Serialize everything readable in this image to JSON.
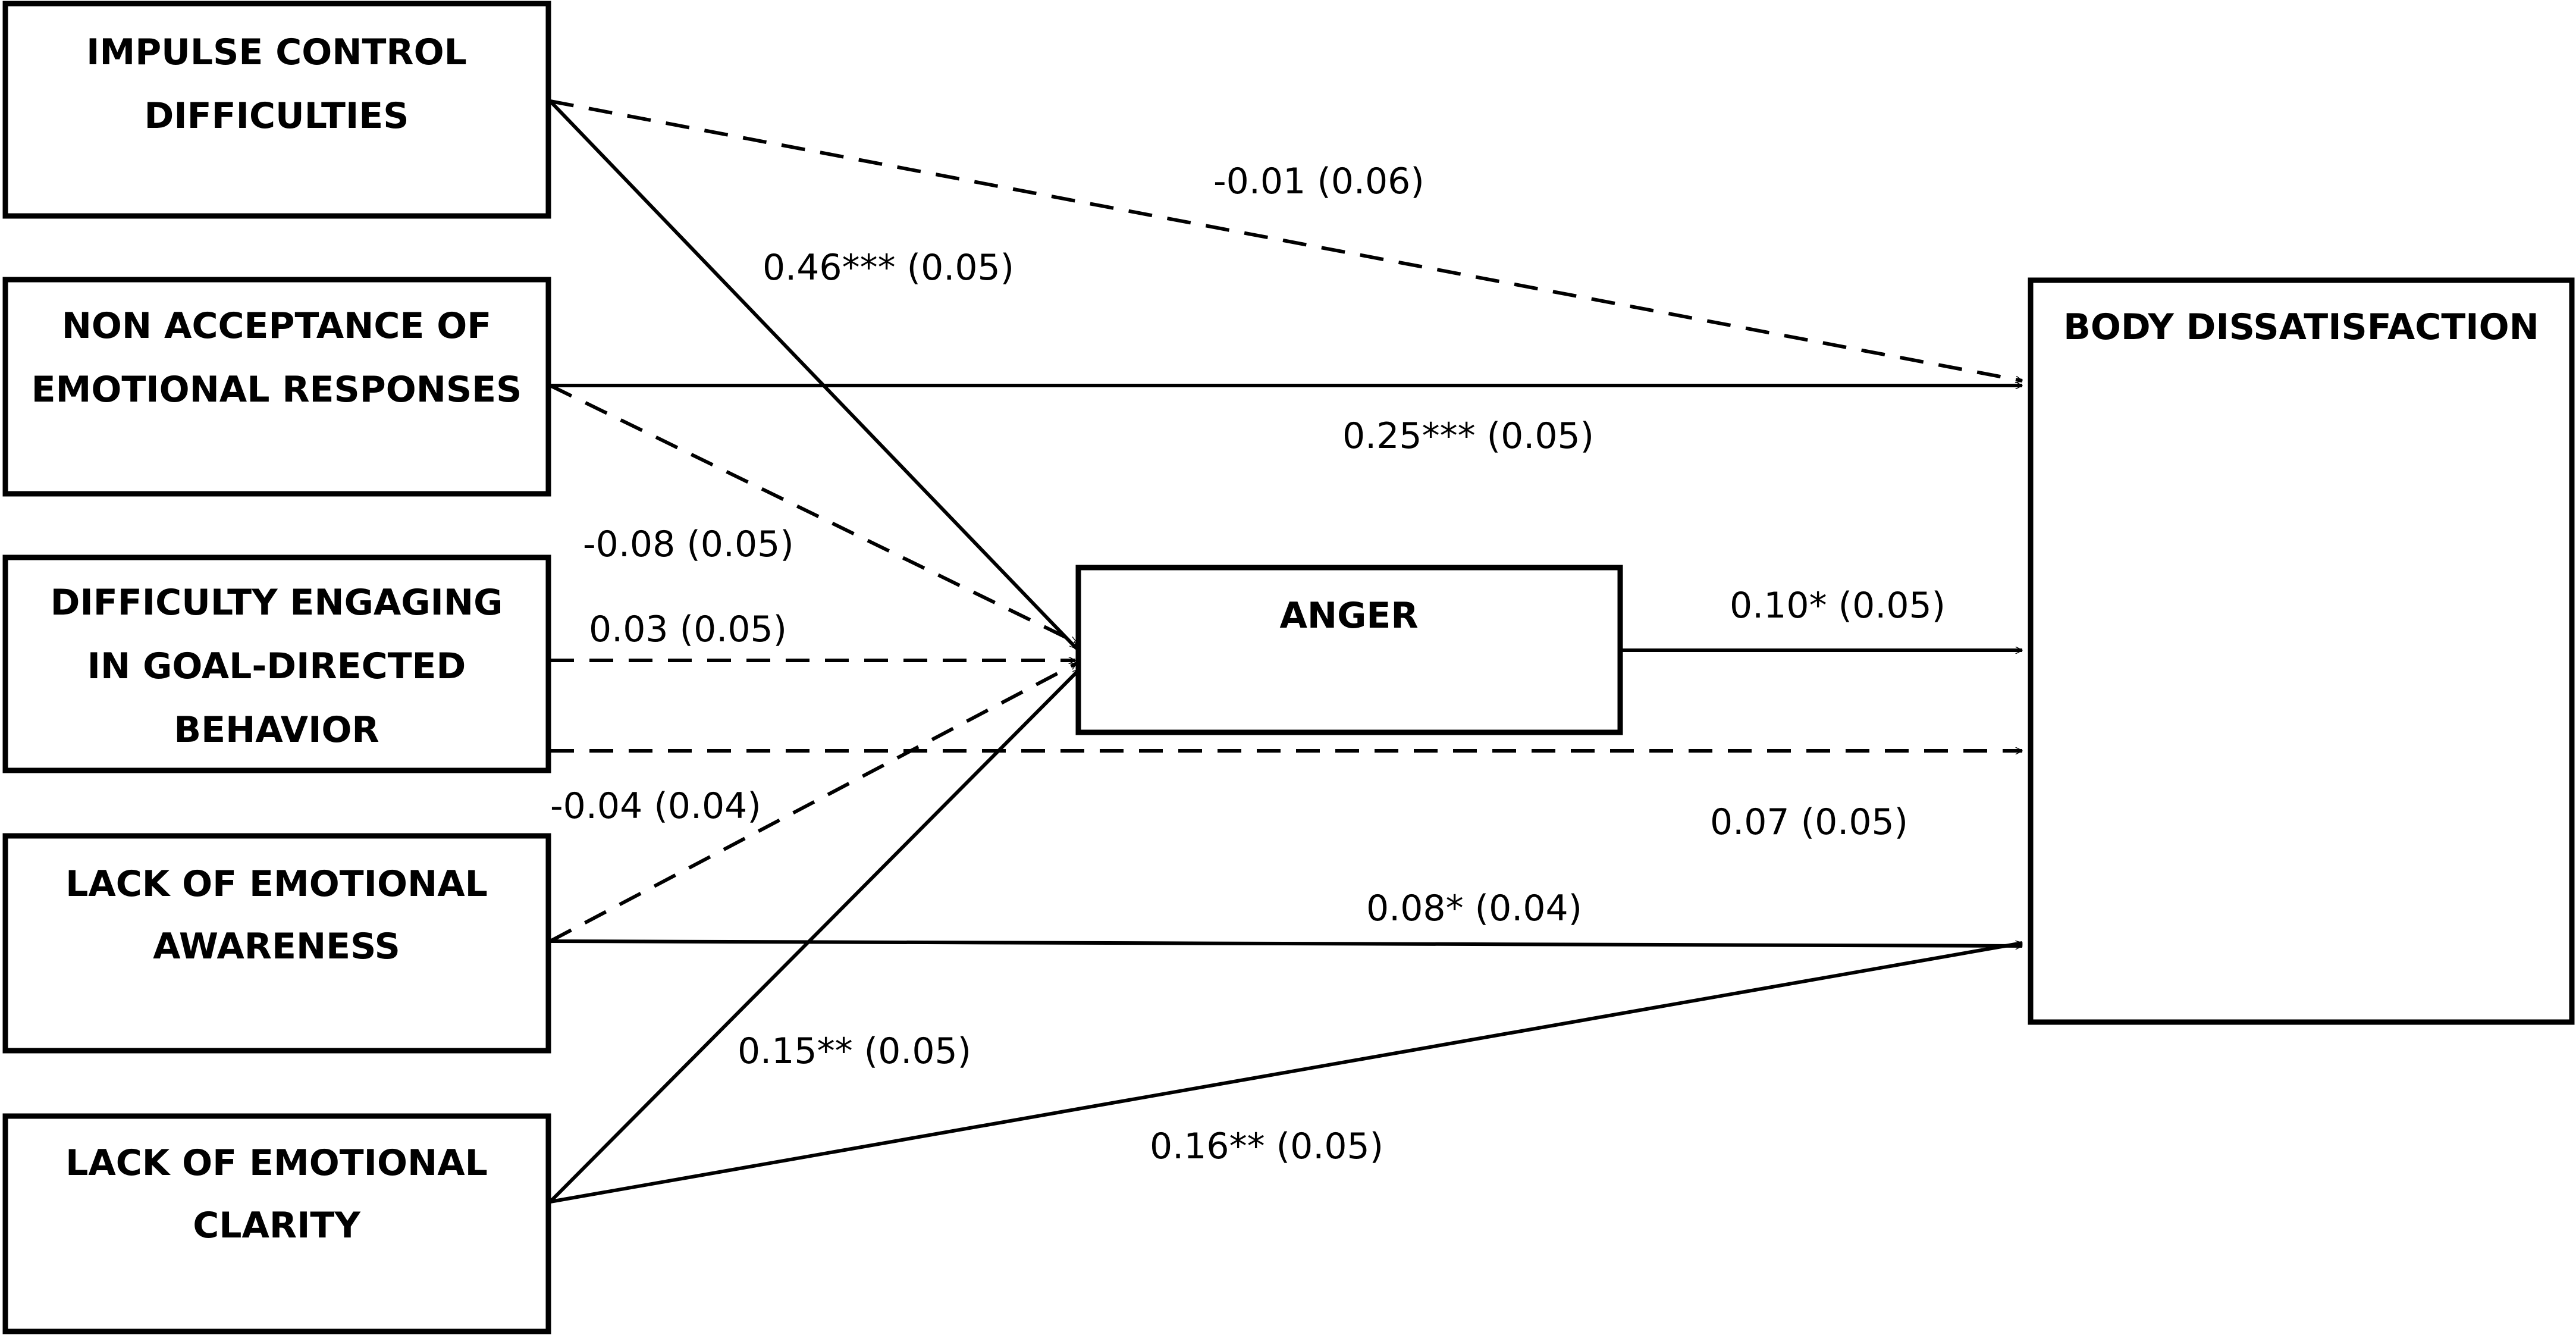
{
  "nodes": {
    "impulse": {
      "lines": [
        "IMPULSE CONTROL",
        "DIFFICULTIES"
      ]
    },
    "nonaccept": {
      "lines": [
        "NON ACCEPTANCE OF",
        "EMOTIONAL RESPONSES"
      ]
    },
    "goal": {
      "lines": [
        "DIFFICULTY ENGAGING",
        "IN GOAL-DIRECTED",
        "BEHAVIOR"
      ]
    },
    "awareness": {
      "lines": [
        "LACK OF EMOTIONAL",
        "AWARENESS"
      ]
    },
    "clarity": {
      "lines": [
        "LACK OF EMOTIONAL",
        "CLARITY"
      ]
    },
    "anger": {
      "lines": [
        "ANGER"
      ]
    },
    "body": {
      "lines": [
        "BODY DISSATISFACTION"
      ]
    }
  },
  "edges": {
    "impulse_body": {
      "label": "-0.01 (0.06)",
      "style": "dashed"
    },
    "impulse_anger": {
      "label": "0.46*** (0.05)",
      "style": "solid"
    },
    "nonaccept_body": {
      "label": "0.25*** (0.05)",
      "style": "solid"
    },
    "nonaccept_anger": {
      "label": "-0.08 (0.05)",
      "style": "dashed"
    },
    "goal_anger": {
      "label": "0.03 (0.05)",
      "style": "dashed"
    },
    "anger_body": {
      "label": "0.10* (0.05)",
      "style": "solid"
    },
    "goal_body": {
      "label": "0.07 (0.05)",
      "style": "dashed"
    },
    "awareness_anger": {
      "label": "-0.04 (0.04)",
      "style": "dashed"
    },
    "awareness_body": {
      "label": "0.08* (0.04)",
      "style": "solid"
    },
    "clarity_anger": {
      "label": "0.15** (0.05)",
      "style": "solid"
    },
    "clarity_body": {
      "label": "0.16** (0.05)",
      "style": "solid"
    }
  }
}
